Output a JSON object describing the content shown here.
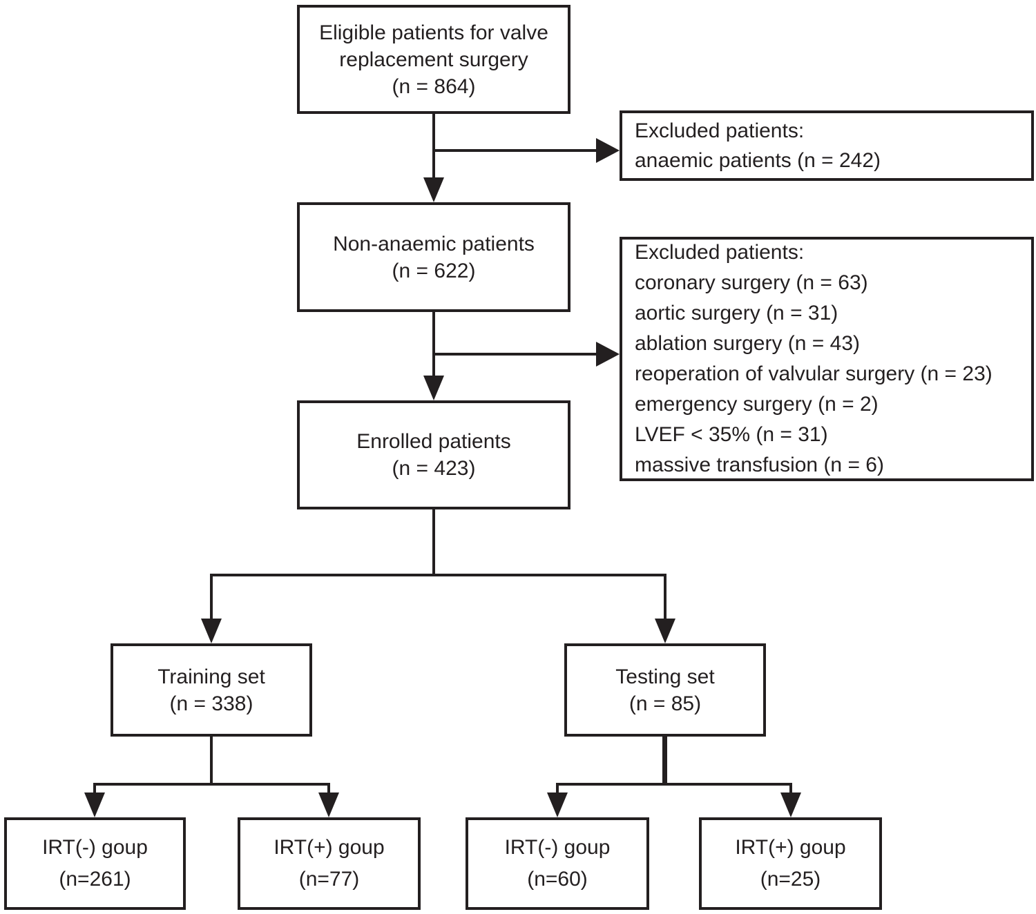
{
  "figure": {
    "type": "flowchart",
    "background": "#ffffff",
    "ink_color": "#231f20",
    "nodes": {
      "eligible": {
        "n": 864,
        "lines": [
          "Eligible patients for valve",
          "replacement surgery",
          "(n = 864)"
        ]
      },
      "excluded_anaemic": {
        "n": 242,
        "lines": [
          "Excluded patients:",
          "anaemic patients (n = 242)"
        ]
      },
      "non_anaemic": {
        "n": 622,
        "lines": [
          "Non-anaemic patients",
          "(n = 622)"
        ]
      },
      "excluded_other": {
        "lines": [
          "Excluded patients:",
          "coronary surgery (n = 63)",
          "aortic surgery (n = 31)",
          "ablation surgery (n = 43)",
          "reoperation of valvular surgery (n = 23)",
          "emergency surgery (n = 2)",
          "LVEF < 35% (n = 31)",
          "massive transfusion (n = 6)"
        ]
      },
      "enrolled": {
        "n": 423,
        "lines": [
          "Enrolled patients",
          "(n = 423)"
        ]
      },
      "training": {
        "n": 338,
        "lines": [
          "Training set",
          "(n = 338)"
        ]
      },
      "testing": {
        "n": 85,
        "lines": [
          "Testing set",
          "(n = 85)"
        ]
      },
      "irt_neg_training": {
        "n": 261,
        "lines": [
          "IRT(-) goup",
          "(n=261)"
        ]
      },
      "irt_pos_training": {
        "n": 77,
        "lines": [
          "IRT(+) goup",
          "(n=77)"
        ]
      },
      "irt_neg_testing": {
        "n": 60,
        "lines": [
          "IRT(-) goup",
          "(n=60)"
        ]
      },
      "irt_pos_testing": {
        "n": 25,
        "lines": [
          "IRT(+) goup",
          "(n=25)"
        ]
      }
    }
  }
}
